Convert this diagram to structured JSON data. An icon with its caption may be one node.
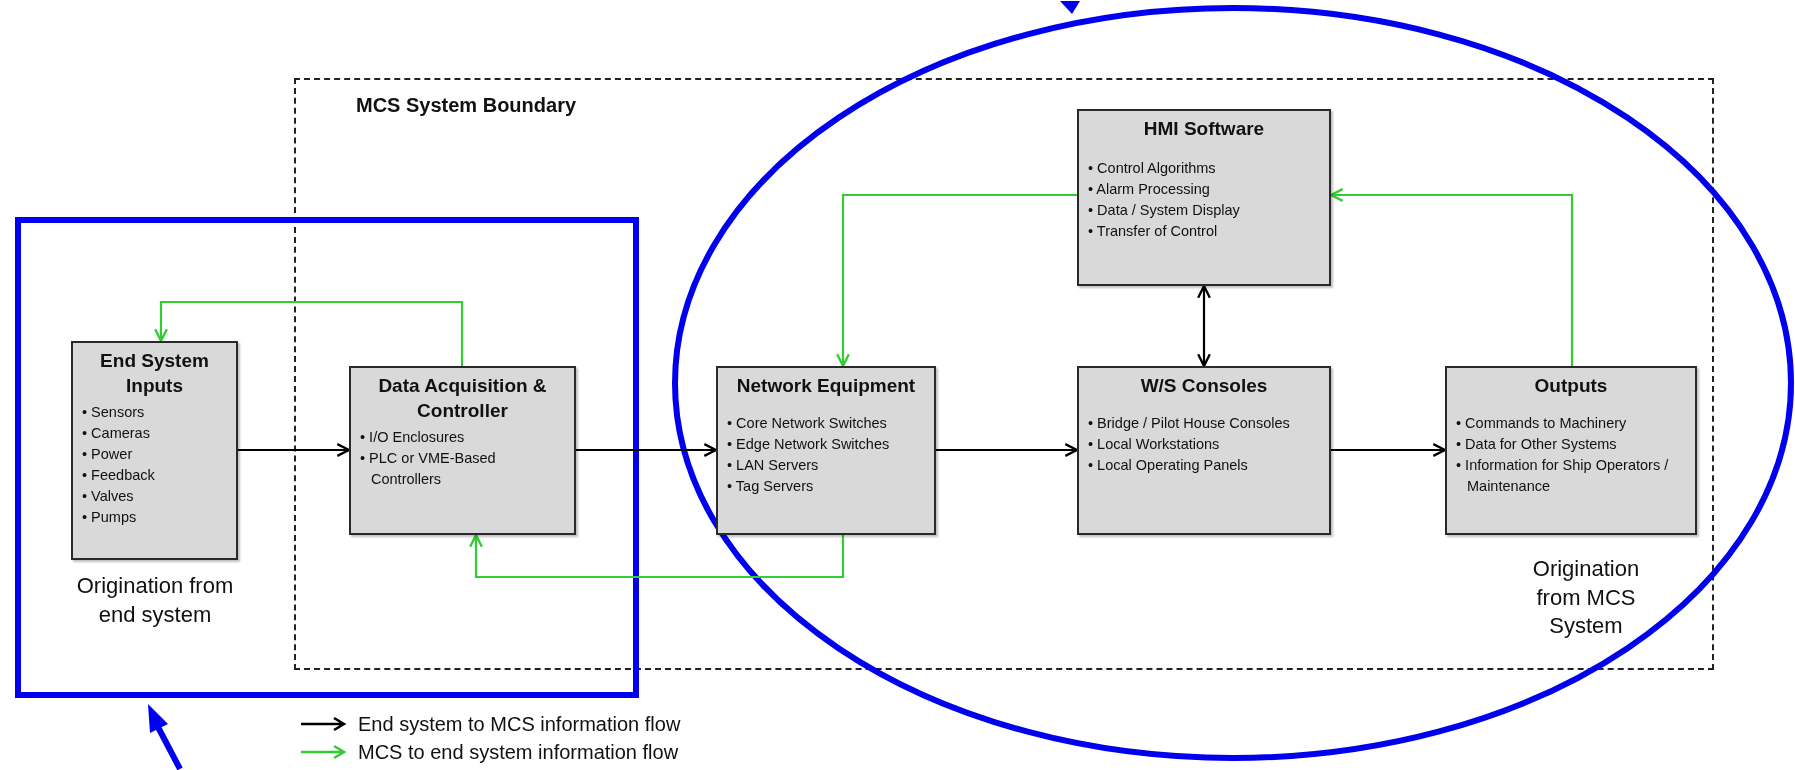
{
  "diagram": {
    "nodes": [
      {
        "text": [
          "MCS System Boundary"
        ]
      },
      {
        "text": [
          "End System Inputs",
          "• Sensors",
          "• Cameras",
          "• Power",
          "• Feedback",
          "• Valves",
          "• Pumps"
        ]
      },
      {
        "text": [
          "Data Acquisition & Controller",
          "• I/O Enclosures",
          "• PLC or VME-Based Controllers"
        ],
        "in": 0
      },
      {
        "text": [
          "HMI Software",
          "• Control Algorithms",
          "• Alarm Processing",
          "• Data / System Display",
          "• Transfer of Control"
        ],
        "in": 0
      },
      {
        "text": [
          "Network Equipment",
          "• Core Network Switches",
          "• Edge Network Switches",
          "• LAN Servers",
          "• Tag Servers"
        ],
        "in": 0
      },
      {
        "text": [
          "W/S Consoles",
          "• Bridge / Pilot House Consoles",
          "• Local Workstations",
          "• Local Operating Panels"
        ],
        "in": 0
      },
      {
        "text": [
          "Outputs",
          "• Commands to Machinery",
          "• Data for Other Systems",
          "• Information for Ship Operators / Maintenance"
        ],
        "in": 0
      }
    ],
    "edges": [
      {
        "from": 1,
        "to": 2,
        "arrow": "to"
      },
      {
        "from": 2,
        "to": 4,
        "arrow": "to"
      },
      {
        "from": 4,
        "to": 5,
        "arrow": "to"
      },
      {
        "from": 5,
        "to": 6,
        "arrow": "to"
      },
      {
        "from": 3,
        "to": 5,
        "arrow": "both"
      },
      {
        "from": 2,
        "to": 1,
        "arrow": "to",
        "color": "#33cc33"
      },
      {
        "from": 4,
        "to": 2,
        "arrow": "to",
        "color": "#33cc33"
      },
      {
        "from": 3,
        "to": 4,
        "arrow": "to",
        "color": "#33cc33"
      },
      {
        "from": 6,
        "to": 3,
        "arrow": "to",
        "color": "#33cc33"
      }
    ],
    "labels": [
      "Origination from end system",
      "Origination from MCS System"
    ],
    "legend": [
      {
        "text": "End system to MCS information flow"
      },
      {
        "text": "MCS to end system information flow"
      }
    ]
  }
}
